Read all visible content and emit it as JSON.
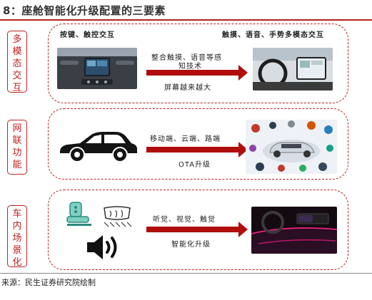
{
  "title": "8：座舱智能化升级配置的三要素",
  "source": "来源：民生证券研究院绘制",
  "rows": [
    {
      "side_label": [
        "多",
        "模",
        "态",
        "交",
        "互"
      ],
      "left_caption": "按键、触控交互",
      "right_caption": "触摸、语音、手势多模态交互",
      "arrow_top_lines": [
        "整合触摸、语音等感",
        "知技术"
      ],
      "arrow_bottom": "屏幕越来越大"
    },
    {
      "side_label": [
        "网",
        "联",
        "功",
        "能"
      ],
      "arrow_top": "移动端、云端、路端",
      "arrow_bottom": "OTA升级"
    },
    {
      "side_label": [
        "车",
        "内",
        "场",
        "景",
        "化"
      ],
      "arrow_top": "听觉、视觉、触觉",
      "arrow_bottom": "智能化升级"
    }
  ],
  "icons": [
    "car-dashboard-photo",
    "car-steering-screen-photo",
    "car-silhouette-icon",
    "connected-car-photo",
    "massage-seat-icon",
    "seat-heater-icon",
    "speaker-icon",
    "ambient-light-cabin-photo"
  ],
  "colors": {
    "accent": "#c02020",
    "arrow": "#b00d0d"
  }
}
